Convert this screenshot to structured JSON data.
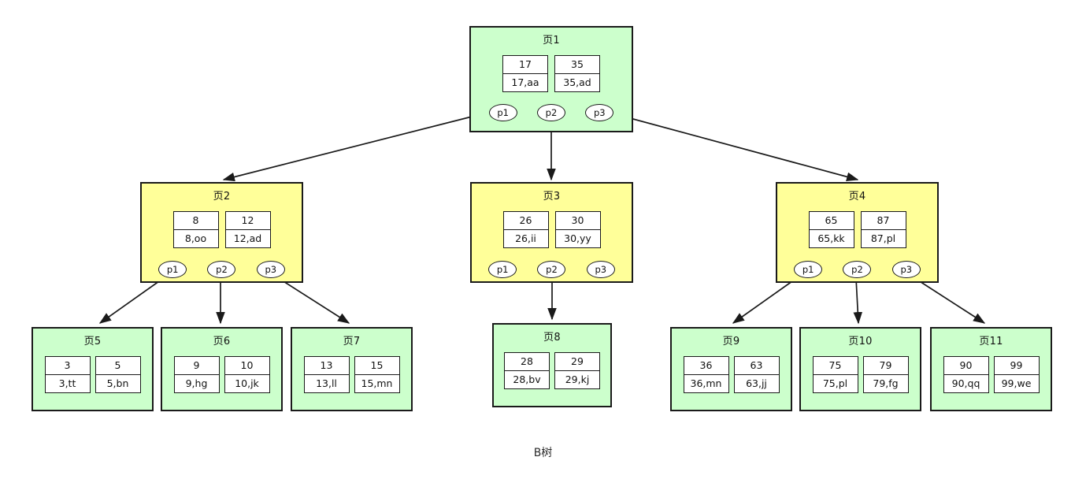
{
  "diagram": {
    "caption": "B树",
    "colors": {
      "root_fill": "#ccffcc",
      "internal_fill": "#ffff99",
      "leaf_fill": "#ccffcc",
      "cell_fill": "#ffffff",
      "stroke": "#1a1a1a"
    },
    "nodes": [
      {
        "id": "page1",
        "title": "页1",
        "level": "root",
        "cells": [
          {
            "key": "17",
            "value": "17,aa"
          },
          {
            "key": "35",
            "value": "35,ad"
          }
        ],
        "pointers": [
          "p1",
          "p2",
          "p3"
        ]
      },
      {
        "id": "page2",
        "title": "页2",
        "level": "internal",
        "cells": [
          {
            "key": "8",
            "value": "8,oo"
          },
          {
            "key": "12",
            "value": "12,ad"
          }
        ],
        "pointers": [
          "p1",
          "p2",
          "p3"
        ]
      },
      {
        "id": "page3",
        "title": "页3",
        "level": "internal",
        "cells": [
          {
            "key": "26",
            "value": "26,ii"
          },
          {
            "key": "30",
            "value": "30,yy"
          }
        ],
        "pointers": [
          "p1",
          "p2",
          "p3"
        ]
      },
      {
        "id": "page4",
        "title": "页4",
        "level": "internal",
        "cells": [
          {
            "key": "65",
            "value": "65,kk"
          },
          {
            "key": "87",
            "value": "87,pl"
          }
        ],
        "pointers": [
          "p1",
          "p2",
          "p3"
        ]
      },
      {
        "id": "page5",
        "title": "页5",
        "level": "leaf",
        "cells": [
          {
            "key": "3",
            "value": "3,tt"
          },
          {
            "key": "5",
            "value": "5,bn"
          }
        ],
        "pointers": []
      },
      {
        "id": "page6",
        "title": "页6",
        "level": "leaf",
        "cells": [
          {
            "key": "9",
            "value": "9,hg"
          },
          {
            "key": "10",
            "value": "10,jk"
          }
        ],
        "pointers": []
      },
      {
        "id": "page7",
        "title": "页7",
        "level": "leaf",
        "cells": [
          {
            "key": "13",
            "value": "13,ll"
          },
          {
            "key": "15",
            "value": "15,mn"
          }
        ],
        "pointers": []
      },
      {
        "id": "page8",
        "title": "页8",
        "level": "leaf",
        "cells": [
          {
            "key": "28",
            "value": "28,bv"
          },
          {
            "key": "29",
            "value": "29,kj"
          }
        ],
        "pointers": []
      },
      {
        "id": "page9",
        "title": "页9",
        "level": "leaf",
        "cells": [
          {
            "key": "36",
            "value": "36,mn"
          },
          {
            "key": "63",
            "value": "63,jj"
          }
        ],
        "pointers": []
      },
      {
        "id": "page10",
        "title": "页10",
        "level": "leaf",
        "cells": [
          {
            "key": "75",
            "value": "75,pl"
          },
          {
            "key": "79",
            "value": "79,fg"
          }
        ],
        "pointers": []
      },
      {
        "id": "page11",
        "title": "页11",
        "level": "leaf",
        "cells": [
          {
            "key": "90",
            "value": "90,qq"
          },
          {
            "key": "99",
            "value": "99,we"
          }
        ],
        "pointers": []
      }
    ],
    "edges": [
      {
        "from": "page1.p1",
        "to": "page2"
      },
      {
        "from": "page1.p2",
        "to": "page3"
      },
      {
        "from": "page1.p3",
        "to": "page4"
      },
      {
        "from": "page2.p1",
        "to": "page5"
      },
      {
        "from": "page2.p2",
        "to": "page6"
      },
      {
        "from": "page2.p3",
        "to": "page7"
      },
      {
        "from": "page3.p2",
        "to": "page8"
      },
      {
        "from": "page4.p1",
        "to": "page9"
      },
      {
        "from": "page4.p2",
        "to": "page10"
      },
      {
        "from": "page4.p3",
        "to": "page11"
      }
    ]
  }
}
